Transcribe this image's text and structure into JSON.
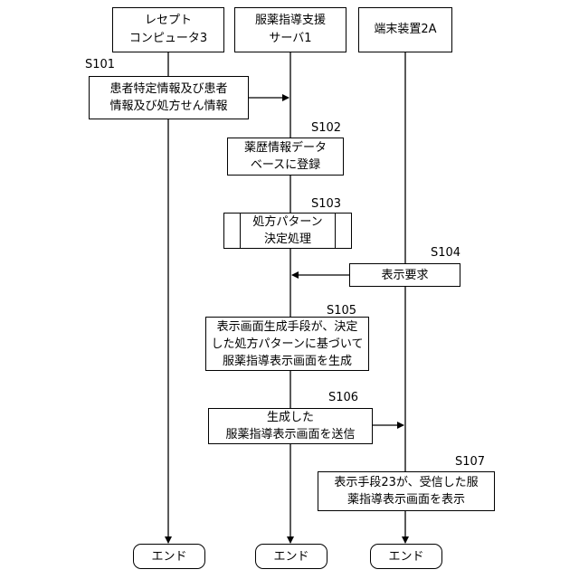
{
  "lanes": {
    "left": "レセプト\nコンピュータ3",
    "center": "服薬指導支援\nサーバ1",
    "right": "端末装置2A"
  },
  "steps": [
    {
      "id": "S101",
      "text": "患者特定情報及び患者\n情報及び処方せん情報"
    },
    {
      "id": "S102",
      "text": "薬歴情報データ\nベースに登録"
    },
    {
      "id": "S103",
      "text": "処方パターン\n決定処理"
    },
    {
      "id": "S104",
      "text": "表示要求"
    },
    {
      "id": "S105",
      "text": "表示画面生成手段が、決定\nした処方パターンに基づいて\n服薬指導表示画面を生成"
    },
    {
      "id": "S106",
      "text": "生成した\n服薬指導表示画面を送信"
    },
    {
      "id": "S107",
      "text": "表示手段23が、受信した服\n薬指導表示画面を表示"
    }
  ],
  "end_label": "エンド"
}
